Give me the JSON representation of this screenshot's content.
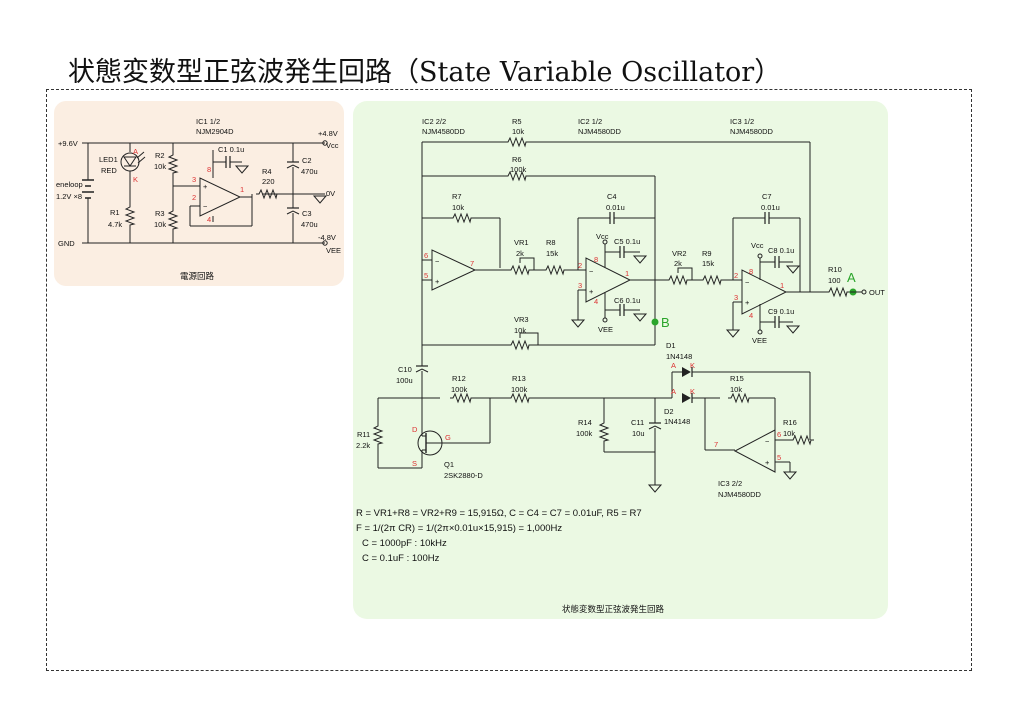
{
  "title": "状態変数型正弦波発生回路（State Variable Oscillator）",
  "power": {
    "caption": "電源回路",
    "ic1_name": "IC1 1/2",
    "ic1_part": "NJM2904D",
    "v_in": "+9.6V",
    "gnd": "GND",
    "battery_line1": "eneloop",
    "battery_line2": "1.2V ×8",
    "led_name": "LED1",
    "led_color": "RED",
    "led_a": "A",
    "led_k": "K",
    "r1_name": "R1",
    "r1_val": "4.7k",
    "r2_name": "R2",
    "r2_val": "10k",
    "r3_name": "R3",
    "r3_val": "10k",
    "r4_name": "R4",
    "r4_val": "220",
    "c1_name": "C1 0.1u",
    "c2_name": "C2",
    "c2_val": "470u",
    "c3_name": "C3",
    "c3_val": "470u",
    "vplus": "+4.8V",
    "vcc": "Vcc",
    "vzero": "0V",
    "vminus": "-4.8V",
    "vee": "VEE",
    "pin8": "8",
    "pin3": "3",
    "pin2": "2",
    "pin4": "4",
    "pin1": "1"
  },
  "osc": {
    "caption": "状態変数型正弦波発生回路",
    "ic2b_name": "IC2 2/2",
    "ic2b_part": "NJM4580DD",
    "ic2a_name": "IC2 1/2",
    "ic2a_part": "NJM4580DD",
    "ic3a_name": "IC3 1/2",
    "ic3a_part": "NJM4580DD",
    "ic3b_name": "IC3 2/2",
    "ic3b_part": "NJM4580DD",
    "r5_name": "R5",
    "r5_val": "10k",
    "r6_name": "R6",
    "r6_val": "100k",
    "r7_name": "R7",
    "r7_val": "10k",
    "vr1_name": "VR1",
    "vr1_val": "2k",
    "r8_name": "R8",
    "r8_val": "15k",
    "c4_name": "C4",
    "c4_val": "0.01u",
    "c5_name": "C5 0.1u",
    "c6_name": "C6 0.1u",
    "vr2_name": "VR2",
    "vr2_val": "2k",
    "r9_name": "R9",
    "r9_val": "15k",
    "c7_name": "C7",
    "c7_val": "0.01u",
    "c8_name": "C8 0.1u",
    "c9_name": "C9 0.1u",
    "r10_name": "R10",
    "r10_val": "100",
    "vr3_name": "VR3",
    "vr3_val": "10k",
    "node_a": "A",
    "node_b": "B",
    "out": "OUT",
    "vcc": "Vcc",
    "vee": "VEE",
    "d1_name": "D1",
    "d1_part": "1N4148",
    "d2_name": "D2",
    "d2_part": "1N4148",
    "da": "A",
    "dk": "K",
    "c10_name": "C10",
    "c10_val": "100u",
    "r11_name": "R11",
    "r11_val": "2.2k",
    "r12_name": "R12",
    "r12_val": "100k",
    "r13_name": "R13",
    "r13_val": "100k",
    "r14_name": "R14",
    "r14_val": "100k",
    "c11_name": "C11",
    "c11_val": "10u",
    "r15_name": "R15",
    "r15_val": "10k",
    "r16_name": "R16",
    "r16_val": "10k",
    "q1_name": "Q1",
    "q1_part": "2SK2880-D",
    "q_d": "D",
    "q_g": "G",
    "q_s": "S",
    "pin_plus": "+",
    "pin_minus": "−",
    "p6": "6",
    "p5": "5",
    "p7": "7",
    "p2": "2",
    "p3": "3",
    "p1": "1",
    "p8": "8",
    "p4": "4",
    "formula1": "R = VR1+R8 = VR2+R9 = 15,915Ω, C = C4 = C7 = 0.01uF, R5 = R7",
    "formula2": "F = 1/(2π CR) = 1/(2π×0.01u×15,915) = 1,000Hz",
    "formula3": "C = 1000pF : 10kHz",
    "formula4": "C = 0.1uF : 100Hz"
  },
  "colors": {
    "power_bg": "#fbeee2",
    "osc_bg": "#ebf9e3",
    "node": "#2aa52a",
    "pin": "#d33333"
  }
}
